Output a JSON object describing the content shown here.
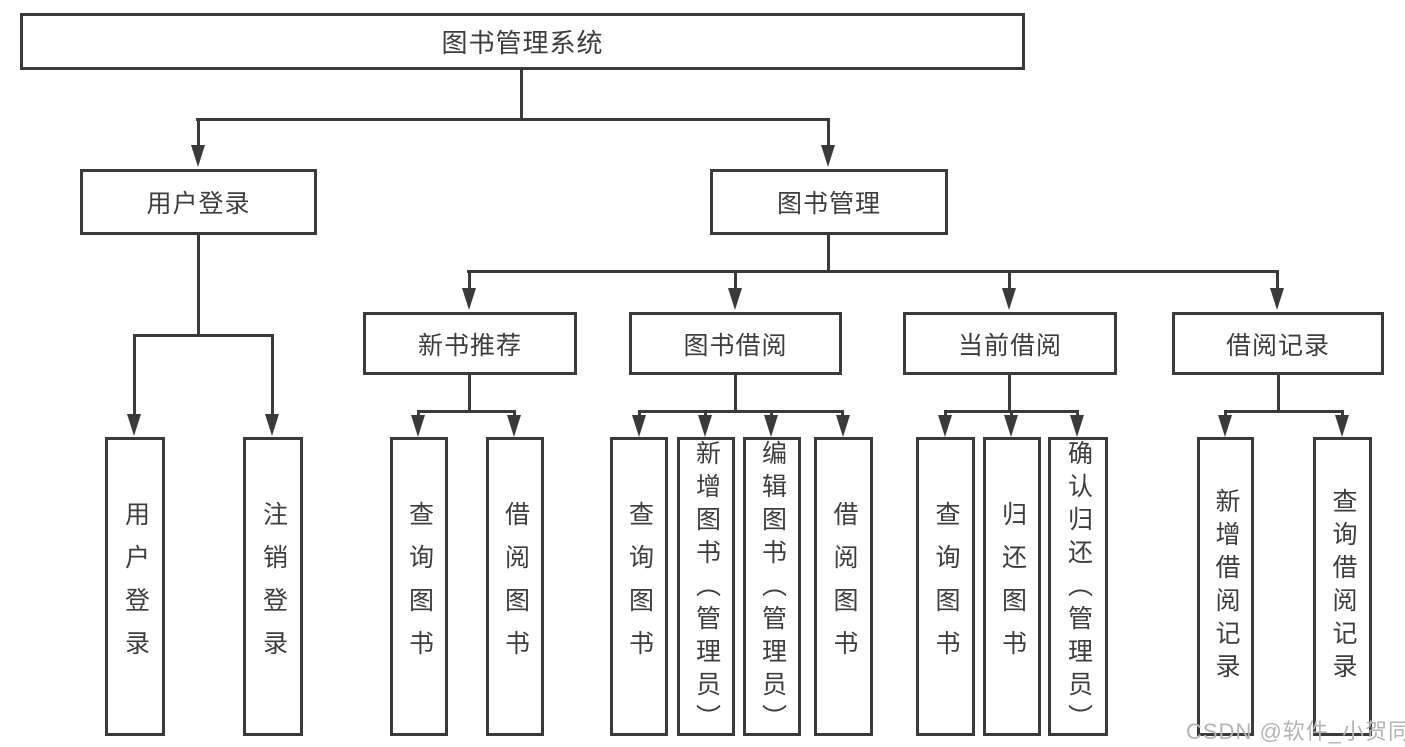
{
  "nodes": {
    "root": {
      "label": "图书管理系统"
    },
    "user_login": {
      "label": "用户登录"
    },
    "book_mgmt": {
      "label": "图书管理"
    },
    "new_books": {
      "label": "新书推荐"
    },
    "book_borrow": {
      "label": "图书借阅"
    },
    "current_borrow": {
      "label": "当前借阅"
    },
    "borrow_records": {
      "label": "借阅记录"
    },
    "leaves": {
      "ul_login": {
        "label": "用户登录"
      },
      "ul_logout": {
        "label": "注销登录"
      },
      "nb_query": {
        "label": "查询图书"
      },
      "nb_borrow": {
        "label": "借阅图书"
      },
      "bb_query": {
        "label": "查询图书"
      },
      "bb_add": {
        "label": "新增图书（管理员）"
      },
      "bb_edit": {
        "label": "编辑图书（管理员）"
      },
      "bb_borrow": {
        "label": "借阅图书"
      },
      "cb_query": {
        "label": "查询图书"
      },
      "cb_return": {
        "label": "归还图书"
      },
      "cb_confirm": {
        "label": "确认归还（管理员）"
      },
      "br_add": {
        "label": "新增借阅记录"
      },
      "br_query": {
        "label": "查询借阅记录"
      }
    }
  },
  "watermark": {
    "text": "CSDN @软件_小贺同学"
  },
  "colors": {
    "line": "#3a3a3a",
    "text": "#3d3d3d",
    "watermark": "#b4b4b4",
    "bg": "#ffffff"
  }
}
